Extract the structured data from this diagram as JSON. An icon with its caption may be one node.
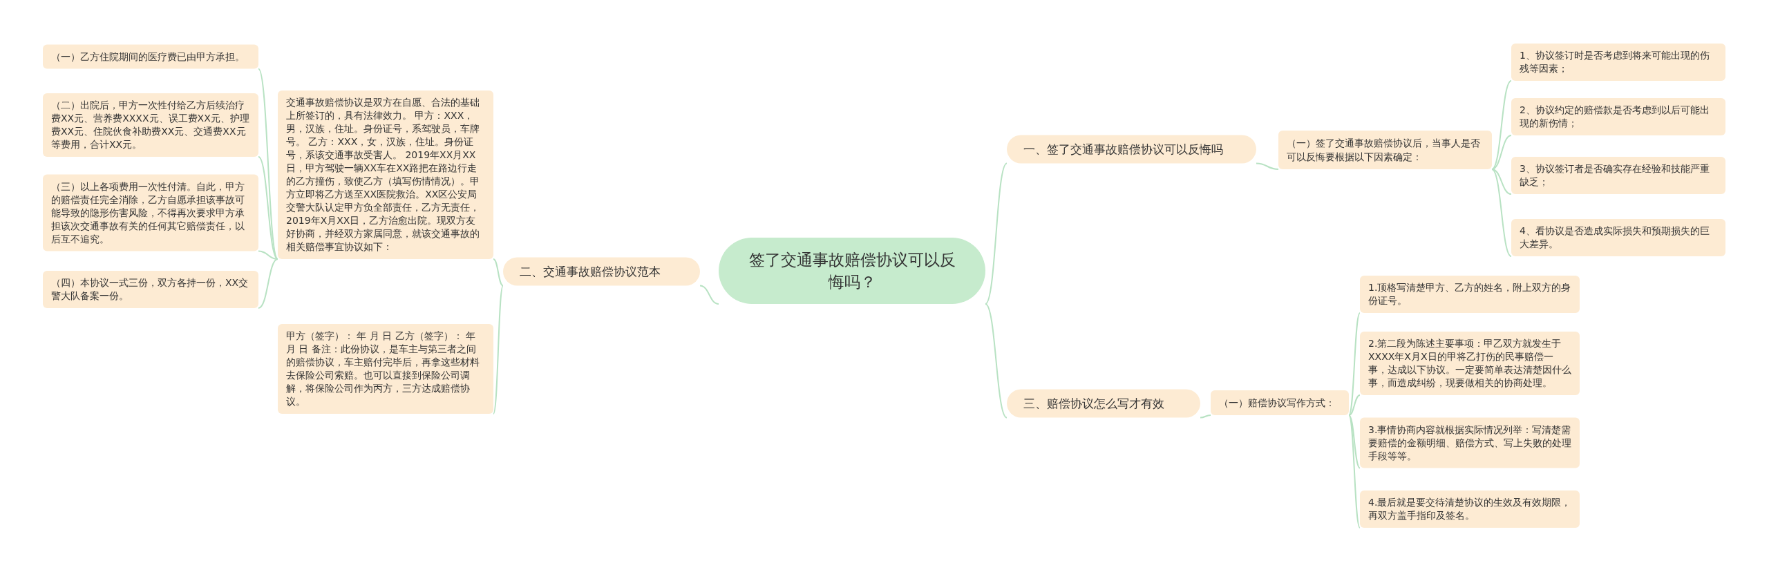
{
  "diagram": {
    "nodes": [
      {
        "text": [
          "签了交通事故赔偿协议可以反悔吗？"
        ]
      },
      {
        "text": [
          "一、签了交通事故赔偿协议可以反悔吗"
        ]
      },
      {
        "text": [
          "（一）签了交通事故赔偿协议后，当事人是否可以反悔要根据以下因素确定："
        ]
      },
      {
        "text": [
          "1、协议签订时是否考虑到将来可能出现的伤残等因素；"
        ]
      },
      {
        "text": [
          "2、协议约定的赔偿款是否考虑到以后可能出现的新伤情；"
        ]
      },
      {
        "text": [
          "3、协议签订者是否确实存在经验和技能严重缺乏；"
        ]
      },
      {
        "text": [
          "4、看协议是否造成实际损失和预期损失的巨大差异。"
        ]
      },
      {
        "text": [
          "二、交通事故赔偿协议范本"
        ]
      },
      {
        "text": [
          "交通事故赔偿协议是双方在自愿、合法的基础上所签订的，具有法律效力。 甲方：XXX，男，汉族，住址。身份证号，系驾驶员，车牌号。 乙方：XXX，女，汉族，住址。身份证号，系该交通事故受害人。 2019年XX月XX日，甲方驾驶一辆XX车在XX路把在路边行走的乙方撞伤，致使乙方（填写伤情情况）。甲方立即将乙方送至XX医院救治。XX区公安局交警大队认定甲方负全部责任，乙方无责任，2019年X月XX日，乙方治愈出院。现双方友好协商，并经双方家属同意，就该交通事故的相关赔偿事宜协议如下："
        ]
      },
      {
        "text": [
          "（一）乙方住院期间的医疗费已由甲方承担。"
        ]
      },
      {
        "text": [
          "（二）出院后，甲方一次性付给乙方后续治疗费XX元、营养费XXXX元、误工费XX元、护理费XX元、住院伙食补助费XX元、交通费XX元等费用，合计XX元。"
        ]
      },
      {
        "text": [
          "（三）以上各项费用一次性付清。自此，甲方的赔偿责任完全消除，乙方自愿承担该事故可能导致的隐形伤害风险，不得再次要求甲方承担该次交通事故有关的任何其它赔偿责任，以后互不追究。"
        ]
      },
      {
        "text": [
          "（四）本协议一式三份，双方各持一份，XX交警大队备案一份。"
        ]
      },
      {
        "text": [
          "甲方（签字）： 年 月 日 乙方（签字）： 年月 日 备注：此份协议，是车主与第三者之间的赔偿协议，车主赔付完毕后，再拿这些材料去保险公司索赔。也可以直接到保险公司调解，将保险公司作为丙方，三方达成赔偿协议。"
        ]
      },
      {
        "text": [
          "三、赔偿协议怎么写才有效"
        ]
      },
      {
        "text": [
          "（一）赔偿协议写作方式："
        ]
      },
      {
        "text": [
          "1.顶格写清楚甲方、乙方的姓名，附上双方的身份证号。"
        ]
      },
      {
        "text": [
          "2.第二段为陈述主要事项：甲乙双方就发生于XXXX年X月X日的甲将乙打伤的民事赔偿一事，达成以下协议。一定要简单表达清楚因什么事，而造成纠纷，现要做相关的协商处理。"
        ]
      },
      {
        "text": [
          "3.事情协商内容就根据实际情况列举：写清楚需要赔偿的金额明细、赔偿方式、写上失败的处理手段等等。"
        ]
      },
      {
        "text": [
          "4.最后就是要交待清楚协议的生效及有效期限，再双方盖手指印及签名。"
        ]
      }
    ],
    "edges": [
      {
        "from": 0,
        "to": 1,
        "arrow": "none"
      },
      {
        "from": 1,
        "to": 2,
        "arrow": "none"
      },
      {
        "from": 2,
        "to": 3,
        "arrow": "none"
      },
      {
        "from": 2,
        "to": 4,
        "arrow": "none"
      },
      {
        "from": 2,
        "to": 5,
        "arrow": "none"
      },
      {
        "from": 2,
        "to": 6,
        "arrow": "none"
      },
      {
        "from": 0,
        "to": 7,
        "arrow": "none"
      },
      {
        "from": 7,
        "to": 8,
        "arrow": "none"
      },
      {
        "from": 8,
        "to": 9,
        "arrow": "none"
      },
      {
        "from": 8,
        "to": 10,
        "arrow": "none"
      },
      {
        "from": 8,
        "to": 11,
        "arrow": "none"
      },
      {
        "from": 8,
        "to": 12,
        "arrow": "none"
      },
      {
        "from": 7,
        "to": 13,
        "arrow": "none"
      },
      {
        "from": 0,
        "to": 14,
        "arrow": "none"
      },
      {
        "from": 14,
        "to": 15,
        "arrow": "none"
      },
      {
        "from": 15,
        "to": 16,
        "arrow": "none"
      },
      {
        "from": 15,
        "to": 17,
        "arrow": "none"
      },
      {
        "from": 15,
        "to": 18,
        "arrow": "none"
      },
      {
        "from": 15,
        "to": 19,
        "arrow": "none"
      }
    ]
  }
}
